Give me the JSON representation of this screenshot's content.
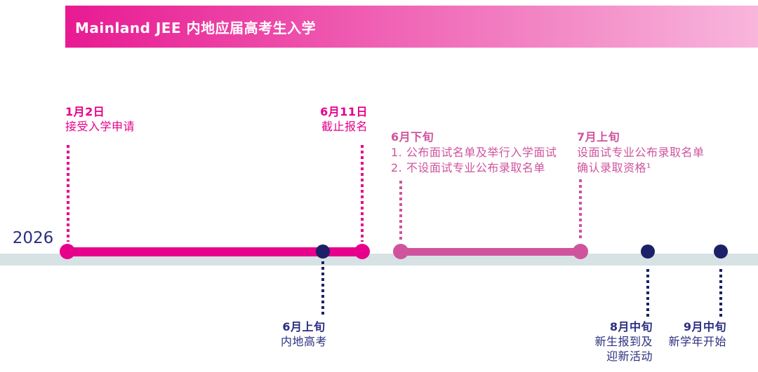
{
  "banner": {
    "title": "Mainland JEE 内地应届高考生入学"
  },
  "timeline": {
    "year": "2026",
    "segments": [
      {
        "from": "1月2日",
        "to": "6月11日",
        "color_key": "magenta"
      },
      {
        "from": "6月下旬",
        "to": "7月上旬",
        "color_key": "pink"
      }
    ],
    "milestone_dots": [
      "6月上旬",
      "8月中旬",
      "9月中旬"
    ]
  },
  "events_above": [
    {
      "date": "1月2日",
      "lines": [
        "接受入学申请"
      ]
    },
    {
      "date": "6月11日",
      "lines": [
        "截止报名"
      ]
    },
    {
      "date": "6月下旬",
      "lines": [
        "1. 公布面试名单及举行入学面试",
        "2. 不设面试专业公布录取名单"
      ]
    },
    {
      "date": "7月上旬",
      "lines": [
        "设面试专业公布录取名单",
        "确认录取资格¹"
      ]
    }
  ],
  "events_below": [
    {
      "date": "6月上旬",
      "lines": [
        "内地高考"
      ]
    },
    {
      "date": "8月中旬",
      "lines": [
        "新生报到及",
        "迎新活动"
      ]
    },
    {
      "date": "9月中旬",
      "lines": [
        "新学年开始"
      ]
    }
  ],
  "colors": {
    "magenta": "#e6008b",
    "pink": "#cf549d",
    "navy_text": "#2b2f80",
    "navy_dot": "#1d2066",
    "band": "#d6e2e4",
    "banner_from": "#e81a92",
    "banner_to": "#f8b6dc"
  }
}
